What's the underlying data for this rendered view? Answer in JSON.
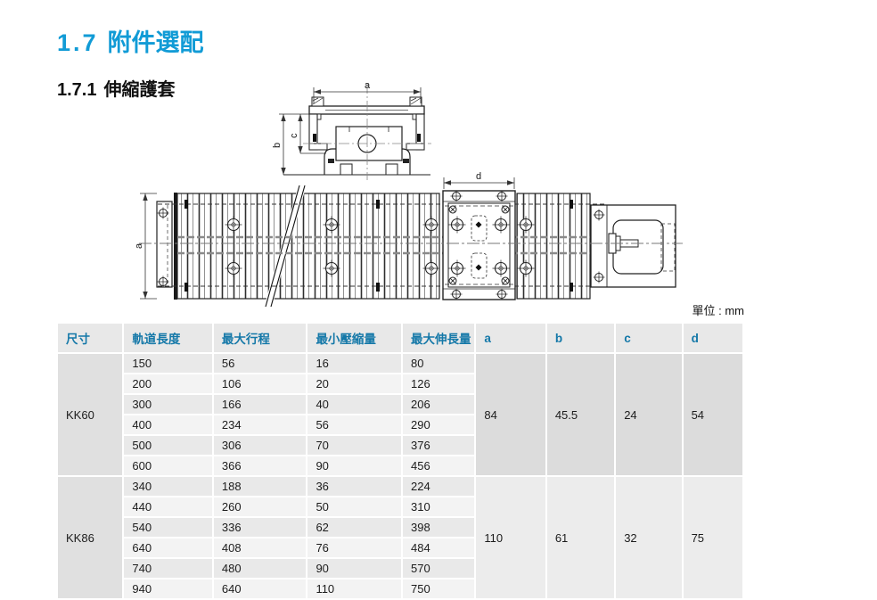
{
  "page": {
    "section_number": "1.7",
    "section_title": "附件選配",
    "subsection_number": "1.7.1",
    "subsection_title": "伸縮護套",
    "unit_note": "單位 : mm"
  },
  "drawing": {
    "labels": {
      "a": "a",
      "b": "b",
      "c": "c",
      "d": "d"
    }
  },
  "table": {
    "columns": [
      "尺寸",
      "軌道長度",
      "最大行程",
      "最小壓縮量",
      "最大伸長量",
      "a",
      "b",
      "c",
      "d"
    ],
    "groups": [
      {
        "size": "KK60",
        "rows": [
          [
            "150",
            "56",
            "16",
            "80"
          ],
          [
            "200",
            "106",
            "20",
            "126"
          ],
          [
            "300",
            "166",
            "40",
            "206"
          ],
          [
            "400",
            "234",
            "56",
            "290"
          ],
          [
            "500",
            "306",
            "70",
            "376"
          ],
          [
            "600",
            "366",
            "90",
            "456"
          ]
        ],
        "a": "84",
        "b": "45.5",
        "c": "24",
        "d": "54"
      },
      {
        "size": "KK86",
        "rows": [
          [
            "340",
            "188",
            "36",
            "224"
          ],
          [
            "440",
            "260",
            "50",
            "310"
          ],
          [
            "540",
            "336",
            "62",
            "398"
          ],
          [
            "640",
            "408",
            "76",
            "484"
          ],
          [
            "740",
            "480",
            "90",
            "570"
          ],
          [
            "940",
            "640",
            "110",
            "750"
          ]
        ],
        "a": "110",
        "b": "61",
        "c": "32",
        "d": "75"
      }
    ]
  },
  "colors": {
    "accent_blue": "#119bd6",
    "header_text_blue": "#1478a8"
  }
}
